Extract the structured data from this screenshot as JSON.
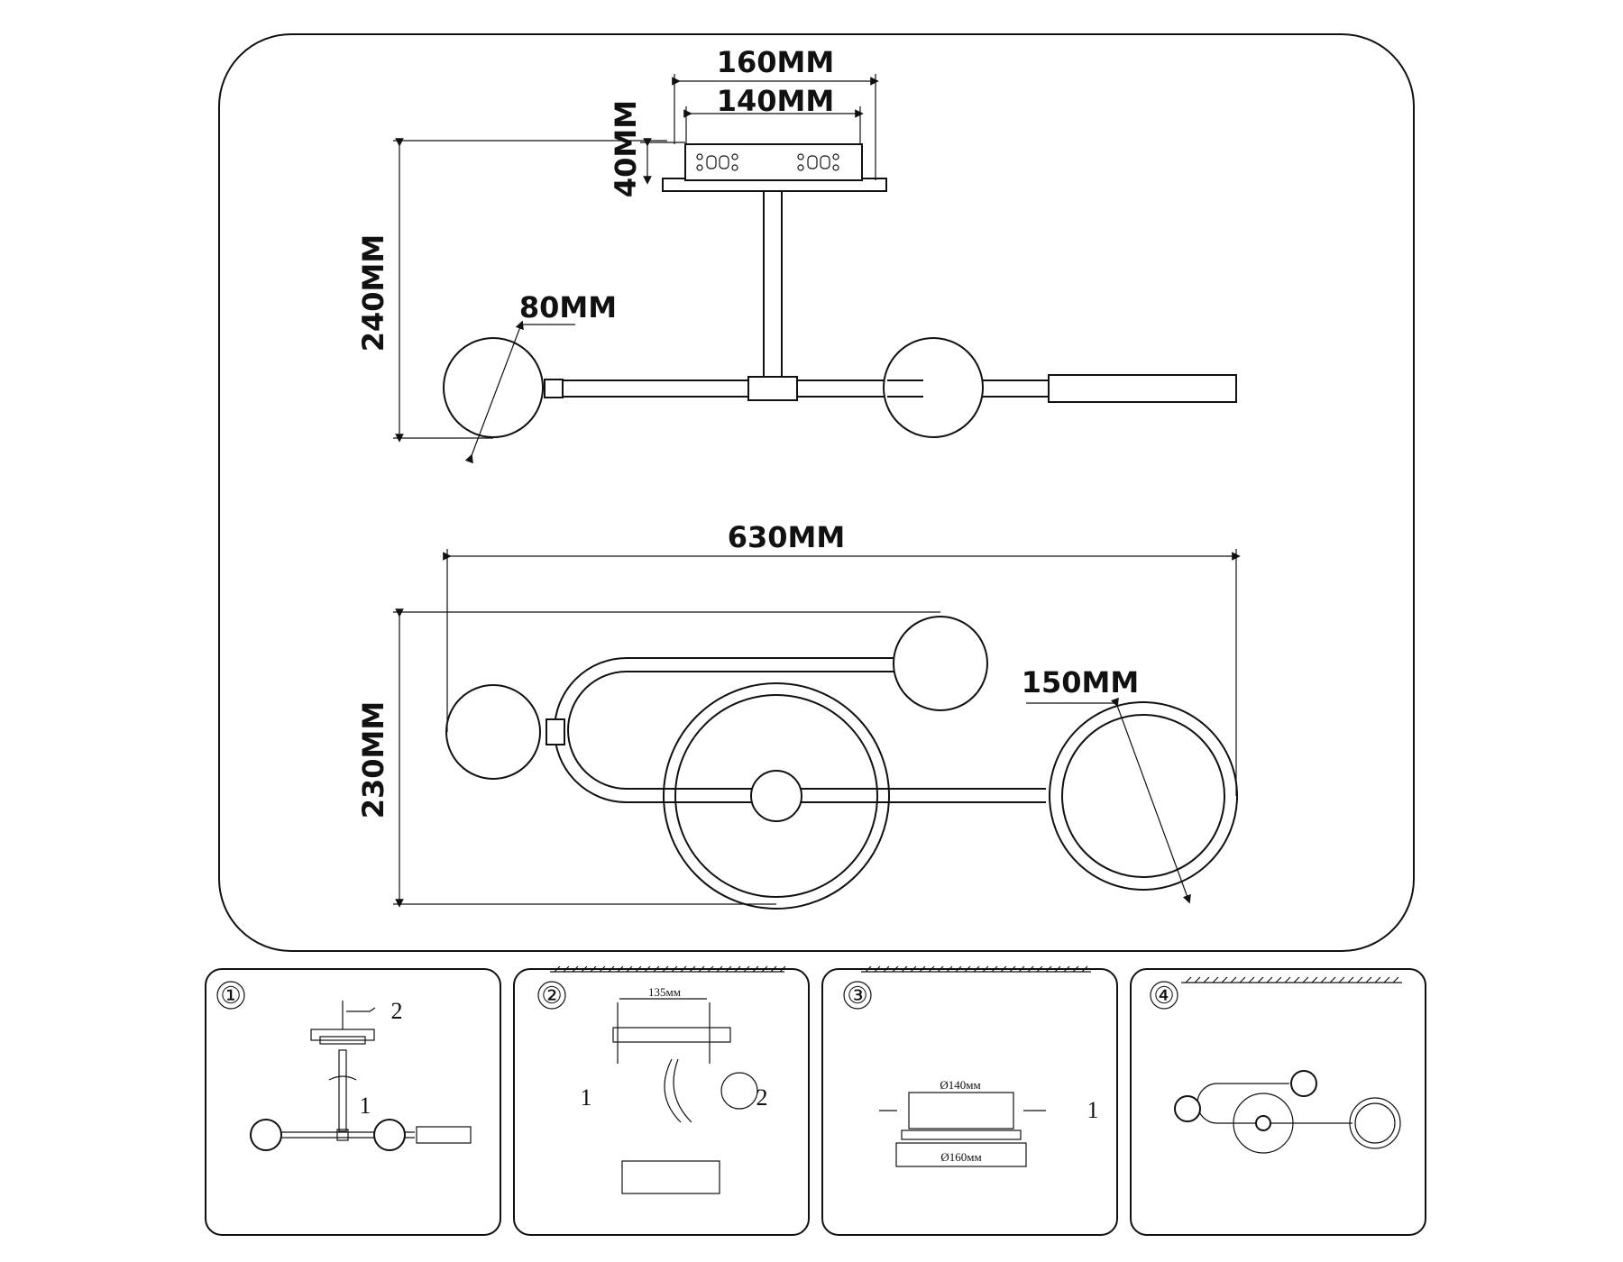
{
  "main_diagram": {
    "side_view": {
      "canopy_outer_width": "160MM",
      "canopy_inner_width": "140MM",
      "canopy_height": "40MM",
      "total_height": "240MM",
      "globe_diameter": "80MM"
    },
    "top_view": {
      "total_width": "630MM",
      "total_depth": "230MM",
      "ring_diameter": "150MM"
    }
  },
  "steps": [
    {
      "number": "①",
      "labels": [
        "2",
        "1"
      ]
    },
    {
      "number": "②",
      "spacing": "135мм",
      "labels": [
        "1",
        "2"
      ]
    },
    {
      "number": "③",
      "inner": "Ø140мм",
      "outer": "Ø160мм",
      "labels": [
        "1"
      ]
    },
    {
      "number": "④",
      "labels": []
    }
  ]
}
